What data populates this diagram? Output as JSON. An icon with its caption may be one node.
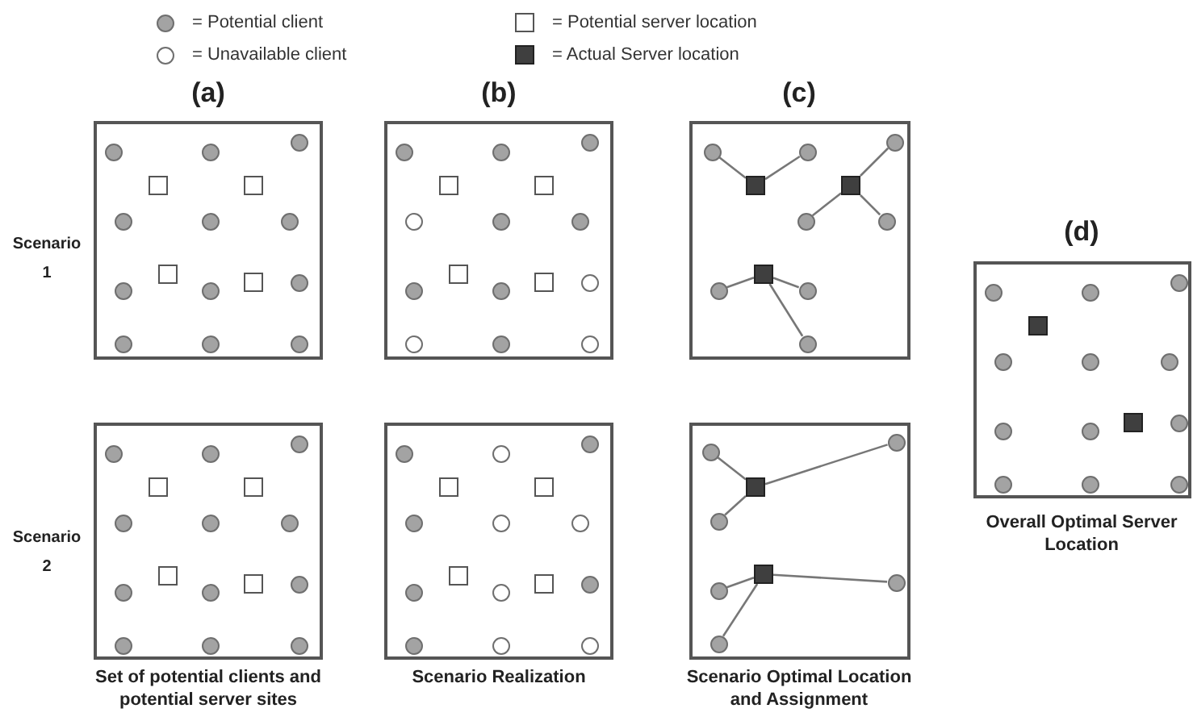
{
  "diagram": {
    "nodes": [
      {
        "text": [],
        "shape": "box"
      },
      {
        "text": [],
        "shape": "box"
      },
      {
        "text": [],
        "shape": "box"
      },
      {
        "text": [],
        "shape": "box"
      },
      {
        "text": [],
        "shape": "box"
      },
      {
        "text": [],
        "shape": "box"
      },
      {
        "text": [],
        "shape": "box"
      },
      {
        "text": [],
        "shape": "circle",
        "in": 2
      },
      {
        "text": [],
        "shape": "circle",
        "in": 2
      },
      {
        "text": [],
        "shape": "circle",
        "in": 2
      },
      {
        "text": [],
        "shape": "box",
        "in": 2
      },
      {
        "text": [],
        "shape": "box",
        "in": 2
      },
      {
        "text": [],
        "shape": "circle",
        "in": 2
      },
      {
        "text": [],
        "shape": "circle",
        "in": 2
      },
      {
        "text": [],
        "shape": "box",
        "in": 2
      },
      {
        "text": [],
        "shape": "circle",
        "in": 2
      },
      {
        "text": [],
        "shape": "circle",
        "in": 2
      },
      {
        "text": [],
        "shape": "circle",
        "in": 2
      },
      {
        "text": [],
        "shape": "circle",
        "in": 5
      },
      {
        "text": [],
        "shape": "circle",
        "in": 5
      },
      {
        "text": [],
        "shape": "box",
        "in": 5
      },
      {
        "text": [],
        "shape": "circle",
        "in": 5
      },
      {
        "text": [],
        "shape": "box",
        "in": 5
      },
      {
        "text": [],
        "shape": "circle",
        "in": 5
      },
      {
        "text": [],
        "shape": "circle",
        "in": 5
      },
      {
        "text": [],
        "shape": "circle",
        "in": 5
      }
    ],
    "edges": [
      {
        "from": 10,
        "to": 8,
        "arrow": "none"
      },
      {
        "from": 10,
        "to": 9,
        "arrow": "none"
      },
      {
        "from": 11,
        "to": 7,
        "arrow": "none"
      },
      {
        "from": 11,
        "to": 12,
        "arrow": "none"
      },
      {
        "from": 11,
        "to": 13,
        "arrow": "none"
      },
      {
        "from": 14,
        "to": 15,
        "arrow": "none"
      },
      {
        "from": 14,
        "to": 16,
        "arrow": "none"
      },
      {
        "from": 14,
        "to": 17,
        "arrow": "none"
      },
      {
        "from": 20,
        "to": 19,
        "arrow": "none"
      },
      {
        "from": 20,
        "to": 18,
        "arrow": "none"
      },
      {
        "from": 20,
        "to": 21,
        "arrow": "none"
      },
      {
        "from": 22,
        "to": 24,
        "arrow": "none"
      },
      {
        "from": 22,
        "to": 23,
        "arrow": "none"
      },
      {
        "from": 22,
        "to": 25,
        "arrow": "none"
      }
    ],
    "labels": [
      "(a)",
      "(b)",
      "(c)",
      "Scenario 1",
      "(d)",
      "Scenario 2",
      "Set of potential clients and potential server sites",
      "Scenario Realization",
      "Scenario Optimal Location and Assignment",
      "Overall Optimal Server Location"
    ],
    "legend": [
      {
        "text": "= Potential client"
      },
      {
        "text": "= Unavailable client"
      },
      {
        "text": "= Potential server location"
      },
      {
        "text": "= Actual Server location"
      }
    ]
  }
}
